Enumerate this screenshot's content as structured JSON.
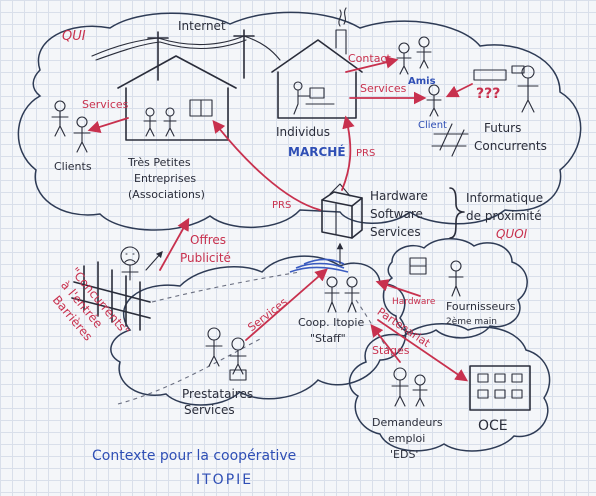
{
  "colors": {
    "ink": "#2a2d3a",
    "red": "#c8314e",
    "blue": "#2f4fb5",
    "paper": "#f4f6f9",
    "grid": "#d9dfea"
  },
  "labels": {
    "qui_top": "QUI",
    "internet": "Internet",
    "services_left": "Services",
    "clients_left": "Clients",
    "tpe_line1": "Très Petites",
    "tpe_line2": "Entreprises",
    "tpe_line3": "(Associations)",
    "individus": "Individus",
    "marche": "MARCHÉ",
    "contact": "Contact",
    "amis": "Amis",
    "services_right": "Services",
    "client_right": "Client",
    "question_marks": "???",
    "futurs_line1": "Futurs",
    "futurs_line2": "Concurrents",
    "prs_left": "PRS",
    "prs_right": "PRS",
    "hardware": "Hardware",
    "software": "Software",
    "services_hw": "Services",
    "informatique_line1": "Informatique",
    "informatique_line2": "de proximité",
    "quoi": "QUOI",
    "offres_line1": "Offres",
    "offres_line2": "Publicité",
    "barrieres_line1": "Barrières",
    "barrieres_line2": "à l'entrée",
    "barrieres_line3": "\"Concurrents\"",
    "hardware_small": "Hardware",
    "fournisseurs_line1": "Fournisseurs",
    "fournisseurs_line2": "2ème main",
    "services_mid": "Services",
    "coop_line1": "Coop. Itopie",
    "coop_line2": "\"Staff\"",
    "partenariat": "Partenariat",
    "stages": "Stages",
    "prestataires_line1": "Prestataires",
    "prestataires_line2": "Services",
    "demandeurs_line1": "Demandeurs",
    "demandeurs_line2": "emploi",
    "demandeurs_line3": "'EDS'",
    "oce": "OCE",
    "contexte": "Contexte pour la coopérative",
    "itopie": "ITOPIE"
  }
}
